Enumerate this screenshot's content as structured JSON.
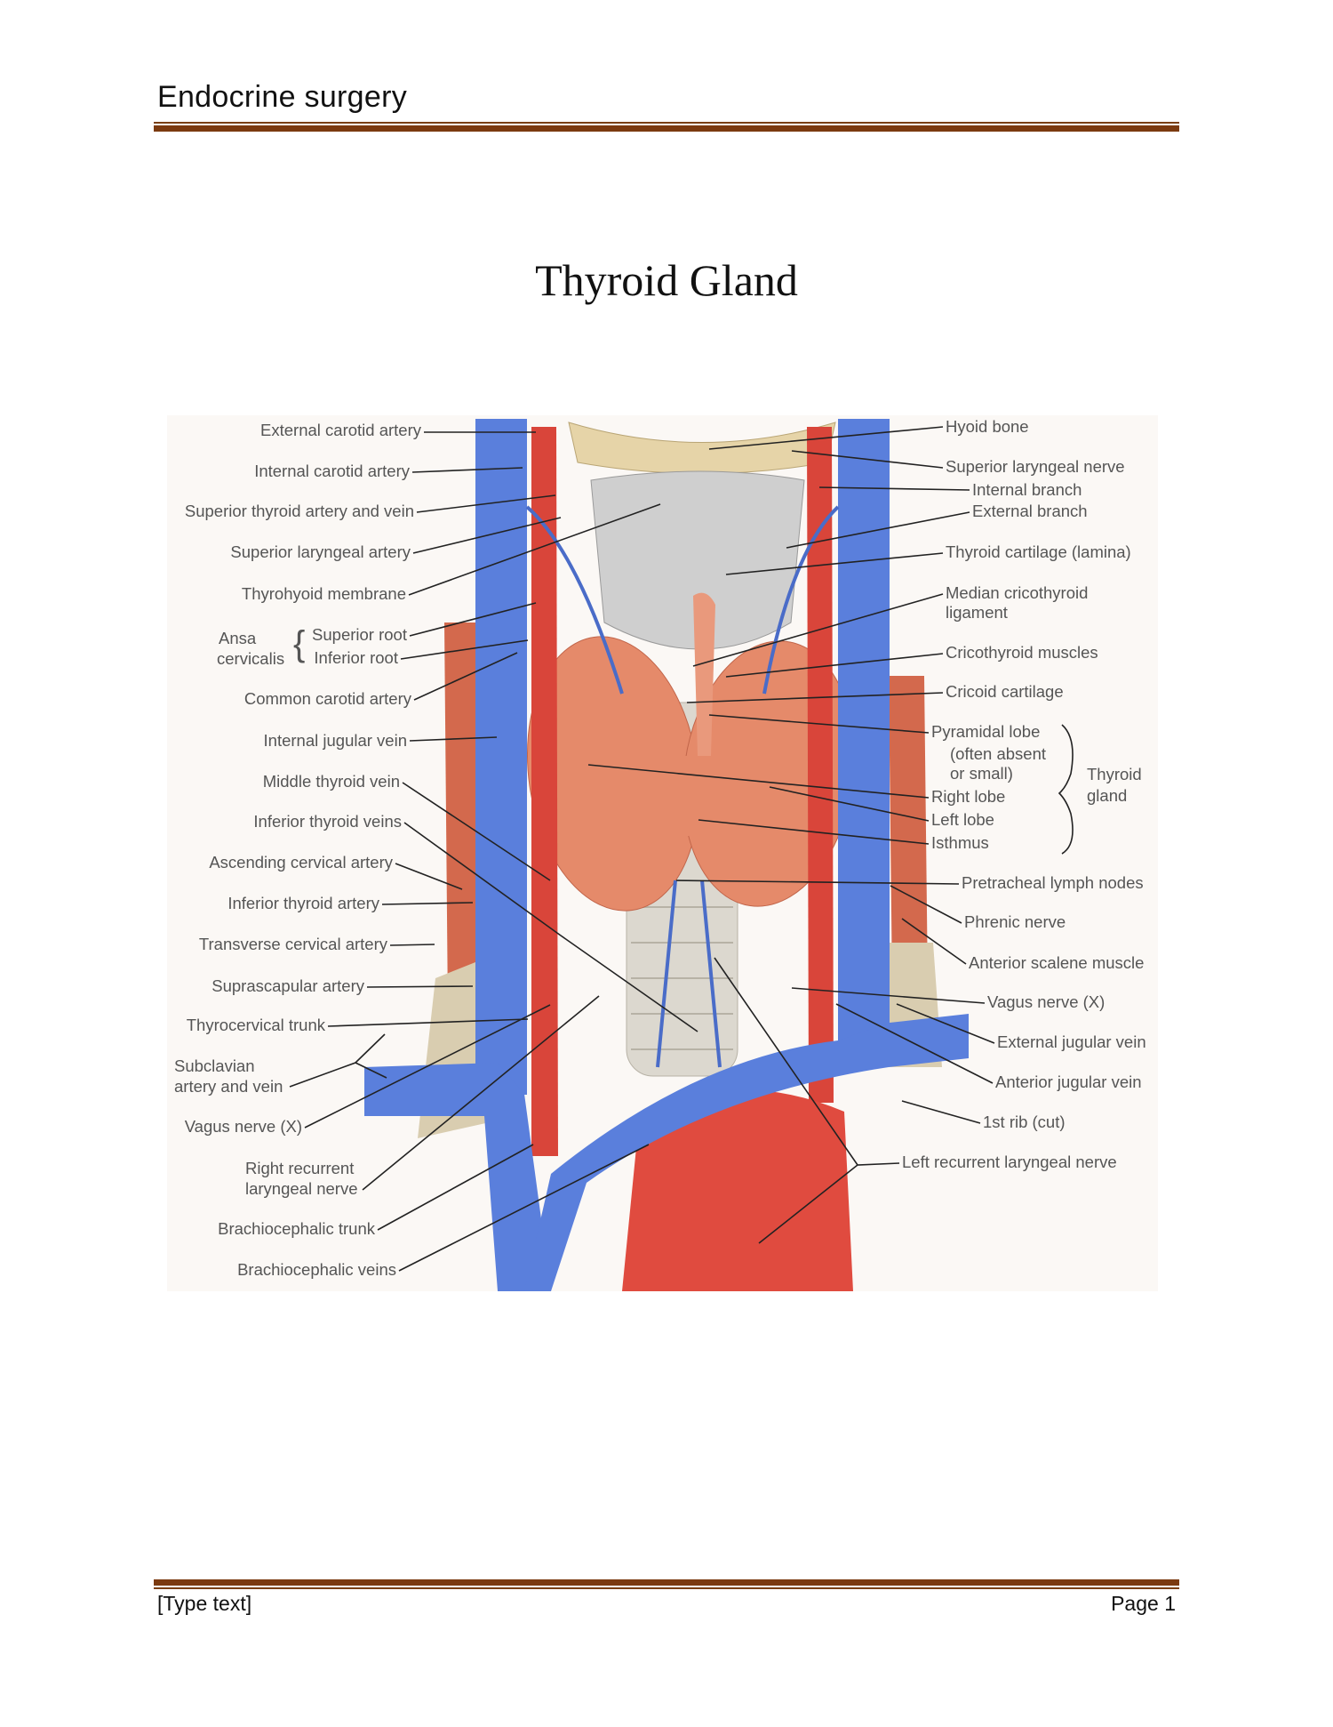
{
  "header": {
    "title": "Endocrine surgery"
  },
  "document": {
    "title": "Thyroid Gland"
  },
  "figure": {
    "left_labels": {
      "external_carotid_artery": "External carotid artery",
      "internal_carotid_artery": "Internal carotid artery",
      "superior_thyroid_artery_vein": "Superior thyroid artery and vein",
      "superior_laryngeal_artery": "Superior laryngeal artery",
      "thyrohyoid_membrane": "Thyrohyoid membrane",
      "ansa_1": "Ansa",
      "ansa_2": "cervicalis",
      "superior_root": "Superior root",
      "inferior_root": "Inferior root",
      "common_carotid_artery": "Common carotid artery",
      "internal_jugular_vein": "Internal jugular vein",
      "middle_thyroid_vein": "Middle thyroid vein",
      "inferior_thyroid_veins": "Inferior thyroid veins",
      "ascending_cervical_artery": "Ascending cervical artery",
      "inferior_thyroid_artery": "Inferior thyroid artery",
      "transverse_cervical_artery": "Transverse cervical artery",
      "suprascapular_artery": "Suprascapular artery",
      "thyrocervical_trunk": "Thyrocervical trunk",
      "subclavian_1": "Subclavian",
      "subclavian_2": "artery and vein",
      "vagus_nerve": "Vagus nerve (X)",
      "right_recurrent_1": "Right recurrent",
      "right_recurrent_2": "laryngeal nerve",
      "brachiocephalic_trunk": "Brachiocephalic trunk",
      "brachiocephalic_veins": "Brachiocephalic veins"
    },
    "right_labels": {
      "hyoid_bone": "Hyoid bone",
      "superior_laryngeal_nerve": "Superior laryngeal nerve",
      "internal_branch": "Internal branch",
      "external_branch": "External branch",
      "thyroid_cartilage": "Thyroid cartilage (lamina)",
      "median_cricothyroid_1": "Median cricothyroid",
      "median_cricothyroid_2": "ligament",
      "cricothyroid_muscles": "Cricothyroid muscles",
      "cricoid_cartilage": "Cricoid cartilage",
      "pyramidal_lobe": "Pyramidal lobe",
      "pyramidal_note_1": "(often absent",
      "pyramidal_note_2": "or small)",
      "right_lobe": "Right lobe",
      "left_lobe": "Left lobe",
      "isthmus": "Isthmus",
      "thyroid_gland_1": "Thyroid",
      "thyroid_gland_2": "gland",
      "pretracheal_lymph_nodes": "Pretracheal lymph nodes",
      "phrenic_nerve": "Phrenic nerve",
      "anterior_scalene_muscle": "Anterior scalene muscle",
      "vagus_nerve": "Vagus nerve (X)",
      "external_jugular_vein": "External jugular vein",
      "anterior_jugular_vein": "Anterior jugular vein",
      "first_rib": "1st rib (cut)",
      "left_recurrent_laryngeal_nerve": "Left recurrent laryngeal nerve"
    },
    "colors": {
      "vein": "#5a7fdc",
      "artery": "#d9453a",
      "thyroid": "#e58a6a",
      "accent_rule": "#7b3a10"
    }
  },
  "footer": {
    "left": "[Type text]",
    "right": "Page 1"
  }
}
